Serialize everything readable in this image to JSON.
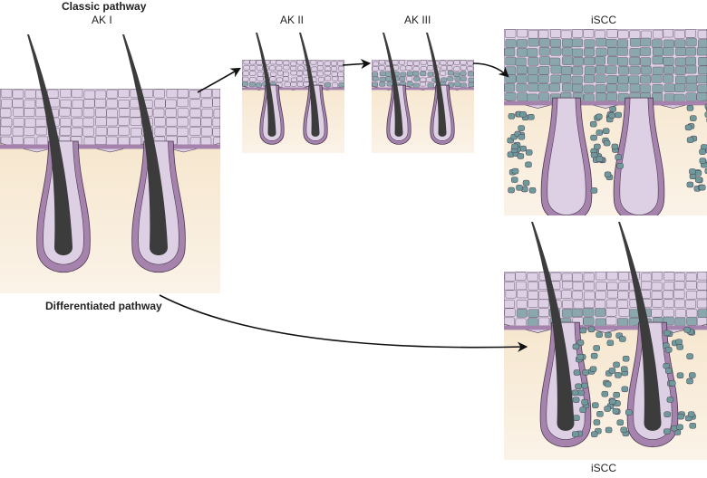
{
  "labels": {
    "classic_pathway": "Classic pathway",
    "differentiated_pathway": "Differentiated pathway",
    "ak1": "AK I",
    "ak2": "AK II",
    "ak3": "AK III",
    "iscc_top": "iSCC",
    "iscc_bottom": "iSCC"
  },
  "colors": {
    "keratinocyte": "#ddd0e4",
    "basal_layer": "#a583ad",
    "atypical_cell": "#6f9a9b",
    "dermis_top": "#f4e2c4",
    "dermis_bottom": "#fbf3e8",
    "hair": "#3c3c3c",
    "outline": "#4a3a50",
    "arrow": "#111111"
  },
  "panels": [
    {
      "id": "ak1",
      "stage": "AK I",
      "atypia": 0.1
    },
    {
      "id": "ak2",
      "stage": "AK II",
      "atypia": 0.4
    },
    {
      "id": "ak3",
      "stage": "AK III",
      "atypia": 0.8
    },
    {
      "id": "iscc_classic",
      "stage": "iSCC",
      "atypia": 1.0
    },
    {
      "id": "iscc_diff",
      "stage": "iSCC",
      "atypia": 0.5
    }
  ]
}
